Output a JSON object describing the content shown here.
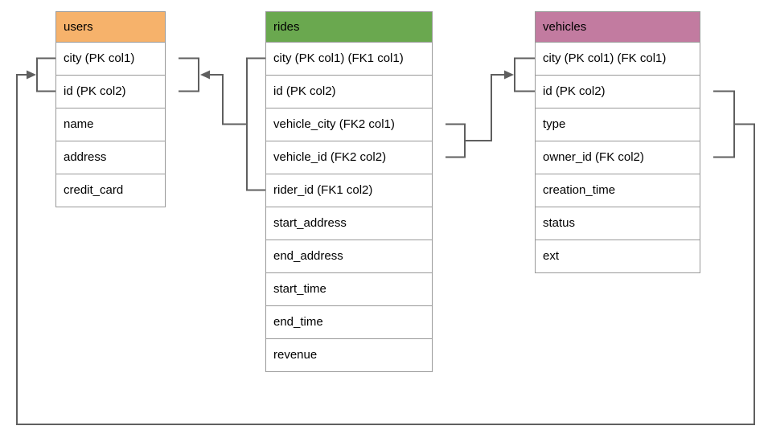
{
  "colors": {
    "connector": "#5f5f5f",
    "table_border": "#999999",
    "users_header": "#f6b26b",
    "rides_header": "#6aa84f",
    "vehicles_header": "#c27ba0",
    "background": "#ffffff"
  },
  "tables": {
    "users": {
      "title": "users",
      "columns": [
        "city (PK col1)",
        "id (PK col2)",
        "name",
        "address",
        "credit_card"
      ]
    },
    "rides": {
      "title": "rides",
      "columns": [
        "city (PK col1) (FK1 col1)",
        "id (PK col2)",
        "vehicle_city (FK2 col1)",
        "vehicle_id (FK2 col2)",
        "rider_id (FK1 col2)",
        "start_address",
        "end_address",
        "start_time",
        "end_time",
        "revenue"
      ]
    },
    "vehicles": {
      "title": "vehicles",
      "columns": [
        "city (PK col1) (FK col1)",
        "id (PK col2)",
        "type",
        "owner_id (FK col2)",
        "creation_time",
        "status",
        "ext"
      ]
    }
  },
  "relationships": [
    {
      "from": "rides (FK1: city, rider_id)",
      "to": "users (PK: city, id)",
      "arrow_direction": "left"
    },
    {
      "from": "rides (FK2: vehicle_city, vehicle_id)",
      "to": "vehicles (PK: city, id)",
      "arrow_direction": "right"
    },
    {
      "from": "vehicles (FK: id, owner_id rows)",
      "to": "users (PK: city, id)",
      "arrow_direction": "right"
    }
  ]
}
